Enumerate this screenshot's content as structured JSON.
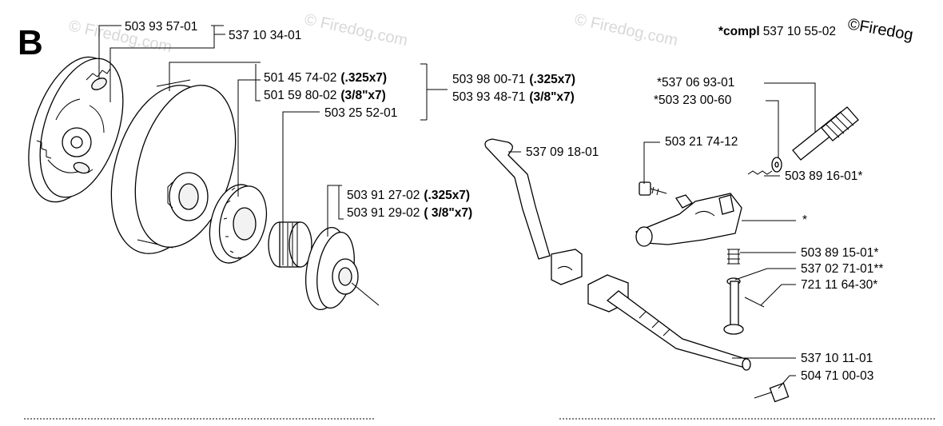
{
  "section_letter": "B",
  "watermark": "© Firedog.com",
  "brand_mark": "©Firedog",
  "header_label": {
    "prefix": "*compl",
    "number": "537 10 55-02"
  },
  "labels": {
    "clutch_assy": "503 93 57-01",
    "clutch_kit": "537 10 34-01",
    "rim_325": "501 45 74-02",
    "rim_325_spec": "(.325x7)",
    "rim_38": "501 59 80-02",
    "rim_38_spec": "(3/8\"x7)",
    "drum_325": "503 98 00-71",
    "drum_325_spec": "(.325x7)",
    "drum_38": "503 93 48-71",
    "drum_38_spec": "(3/8\"x7)",
    "needle_bearing": "503 25 52-01",
    "spur_325": "503 91 27-02",
    "spur_325_spec": "(.325x7)",
    "spur_38": "503 91 29-02",
    "spur_38_spec": "( 3/8\"x7)",
    "lever": "537 09 18-01",
    "screw": "503 21 74-12",
    "pump_shaft": "*537 06 93-01",
    "washer": "*503 23 00-60",
    "spring_top": "503 89 16-01*",
    "pump_body": "*",
    "spring_bottom": "503 89 15-01*",
    "piston": "537 02 71-01**",
    "pin": "721 11 64-30*",
    "oil_hose": "537 10 11-01",
    "nipple": "504 71 00-03"
  }
}
